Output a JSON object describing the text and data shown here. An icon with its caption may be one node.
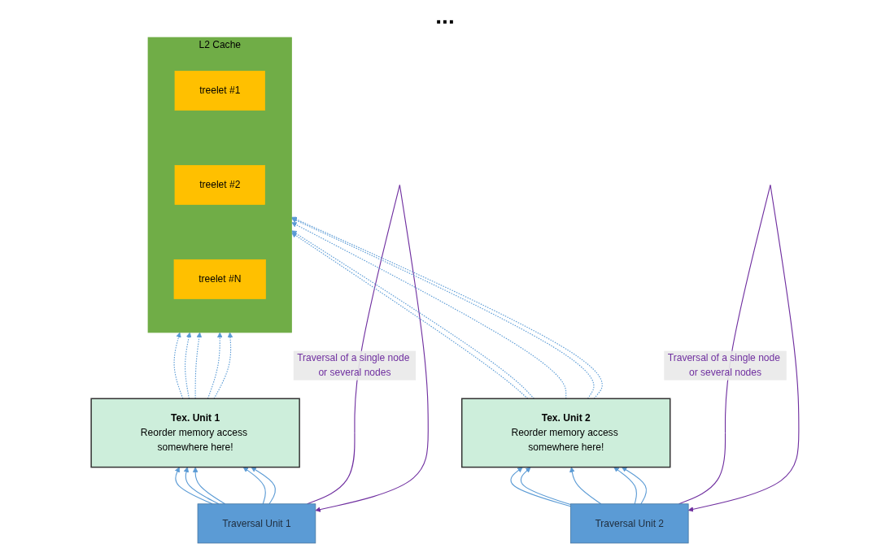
{
  "diagram": {
    "nodes": [
      {
        "text": [
          "L2 Cache"
        ]
      },
      {
        "text": [
          "treelet #1"
        ],
        "in": 0
      },
      {
        "text": [
          "treelet #2"
        ],
        "in": 0
      },
      {
        "text": [
          "treelet #N"
        ],
        "in": 0
      },
      {
        "text": [
          "Tex. Unit 1",
          "Reorder memory access somewhere here!"
        ]
      },
      {
        "text": [
          "Traversal Unit 1"
        ]
      },
      {
        "text": [
          "Tex. Unit 2",
          "Reorder memory access somewhere here!"
        ]
      },
      {
        "text": [
          "Traversal Unit 2"
        ]
      }
    ],
    "edges": [
      {
        "from": 5,
        "to": 4,
        "arrow": "to"
      },
      {
        "from": 5,
        "to": 4,
        "arrow": "to"
      },
      {
        "from": 5,
        "to": 4,
        "arrow": "to"
      },
      {
        "from": 5,
        "to": 4,
        "arrow": "to"
      },
      {
        "from": 5,
        "to": 4,
        "arrow": "to"
      },
      {
        "from": 4,
        "to": 0,
        "arrow": "to",
        "style": "dashed"
      },
      {
        "from": 4,
        "to": 0,
        "arrow": "to",
        "style": "dashed"
      },
      {
        "from": 4,
        "to": 0,
        "arrow": "to",
        "style": "dashed"
      },
      {
        "from": 4,
        "to": 0,
        "arrow": "to",
        "style": "dashed"
      },
      {
        "from": 4,
        "to": 0,
        "arrow": "to",
        "style": "dashed"
      },
      {
        "from": 5,
        "to": 5,
        "arrow": "to",
        "label": "Traversal of a single node or several nodes",
        "color": "#7030a0"
      },
      {
        "from": 7,
        "to": 6,
        "arrow": "to"
      },
      {
        "from": 7,
        "to": 6,
        "arrow": "to"
      },
      {
        "from": 7,
        "to": 6,
        "arrow": "to"
      },
      {
        "from": 7,
        "to": 6,
        "arrow": "to"
      },
      {
        "from": 7,
        "to": 6,
        "arrow": "to"
      },
      {
        "from": 6,
        "to": 0,
        "arrow": "to",
        "style": "dashed"
      },
      {
        "from": 6,
        "to": 0,
        "arrow": "to",
        "style": "dashed"
      },
      {
        "from": 6,
        "to": 0,
        "arrow": "to",
        "style": "dashed"
      },
      {
        "from": 6,
        "to": 0,
        "arrow": "to",
        "style": "dashed"
      },
      {
        "from": 6,
        "to": 0,
        "arrow": "to",
        "style": "dashed"
      },
      {
        "from": 7,
        "to": 7,
        "arrow": "to",
        "label": "Traversal of a single node or several nodes",
        "color": "#7030a0"
      }
    ],
    "labels": [
      "..."
    ]
  }
}
